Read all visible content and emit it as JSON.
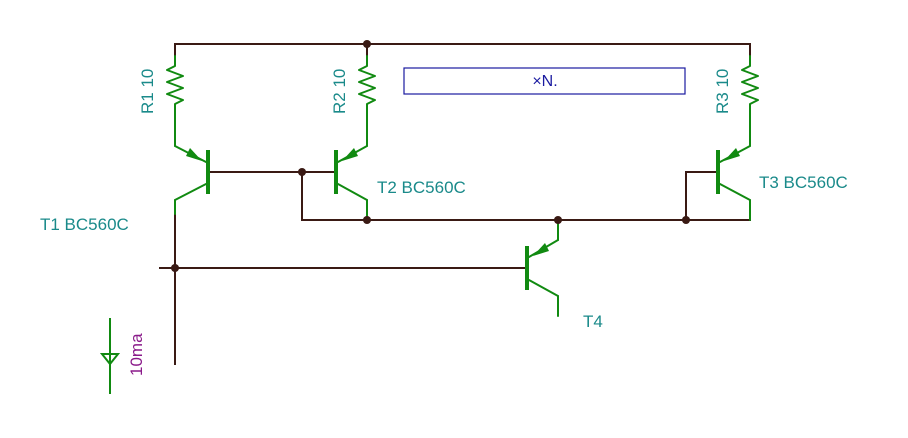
{
  "schematic": {
    "components": [
      {
        "id": "R1",
        "text": "R1 10"
      },
      {
        "id": "R2",
        "text": "R2 10"
      },
      {
        "id": "R3",
        "text": "R3 10"
      },
      {
        "id": "T1",
        "text": "T1 BC560C"
      },
      {
        "id": "T2",
        "text": "T2 BC560C"
      },
      {
        "id": "T3",
        "text": "T3 BC560C"
      },
      {
        "id": "T4",
        "text": "T4"
      }
    ],
    "current_source": {
      "text": "10ma"
    },
    "probe_box": {
      "text": "×N."
    }
  },
  "colors": {
    "wire": "#3a1a14",
    "component": "#118a11",
    "label": "#1a8a8a",
    "source_label": "#8a1a8a",
    "box": "#1a1aa0"
  }
}
